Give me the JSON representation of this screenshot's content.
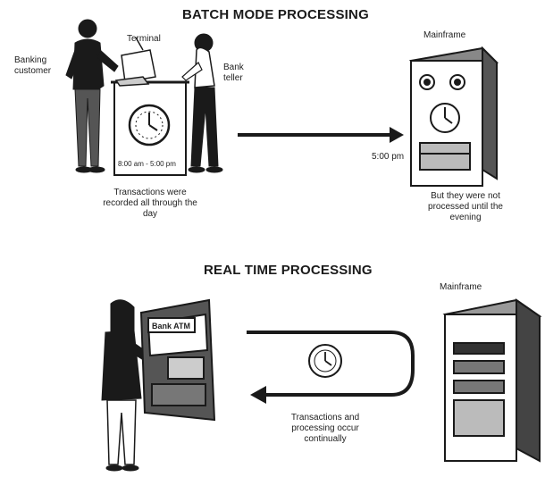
{
  "batch": {
    "title": "BATCH MODE PROCESSING",
    "label_customer": "Banking customer",
    "label_terminal": "Terminal",
    "label_teller": "Bank teller",
    "clock_hours": "8:00 am - 5:00 pm",
    "label_mainframe": "Mainframe",
    "arrow_time": "5:00 pm",
    "caption_left": "Transactions were recorded all through the day",
    "caption_right": "But they were not processed until the evening"
  },
  "realtime": {
    "title": "REAL TIME PROCESSING",
    "label_mainframe": "Mainframe",
    "atm_sign": "Bank ATM",
    "caption": "Transactions and processing occur continually"
  },
  "colors": {
    "ink": "#1a1a1a",
    "paper": "#ffffff",
    "shade": "#8a8a8a"
  }
}
